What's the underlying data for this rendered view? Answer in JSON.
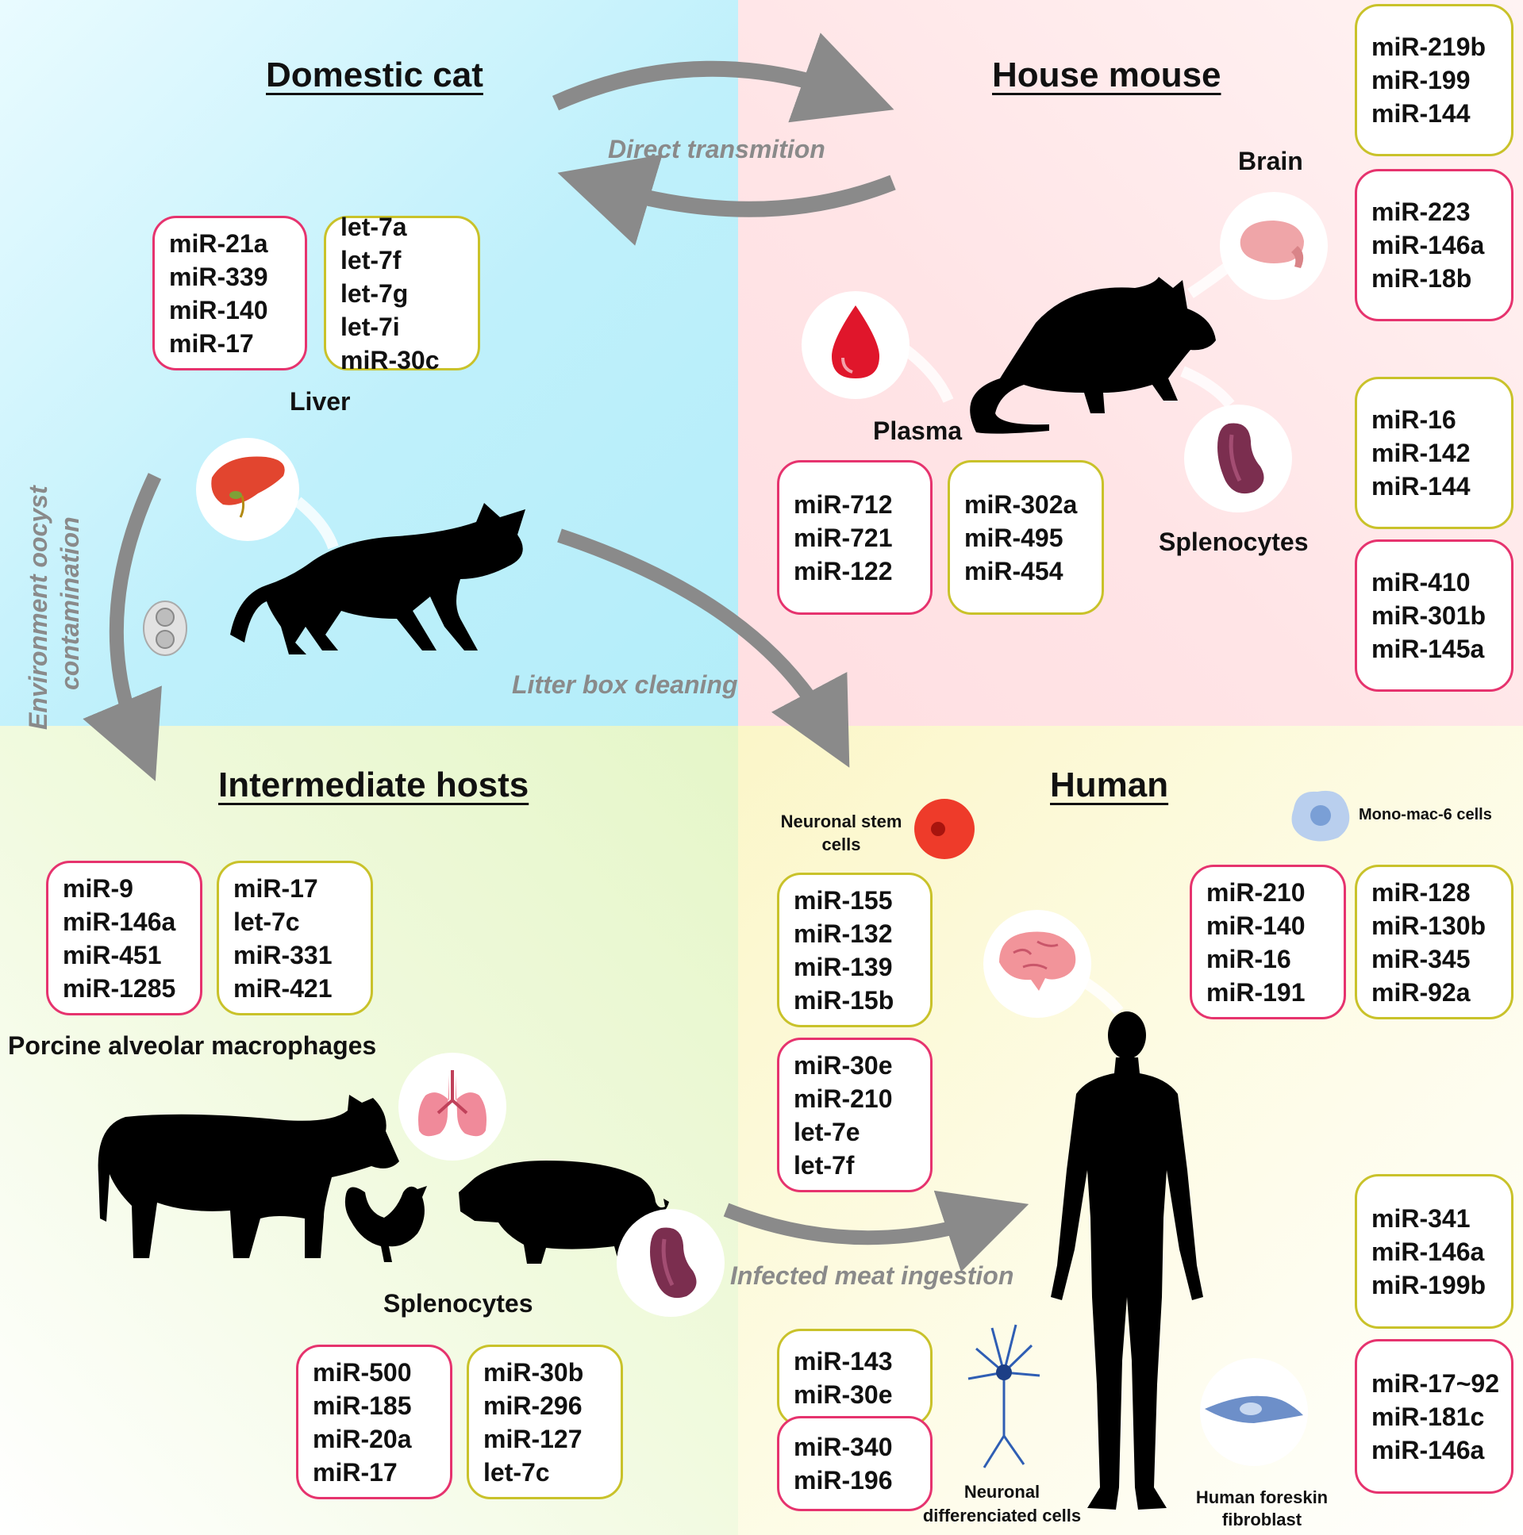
{
  "colors": {
    "red_border": "#e6336e",
    "yellow_border": "#c9c22a",
    "arrow": "#8a8a8a"
  },
  "titles": {
    "cat": "Domestic cat",
    "mouse": "House mouse",
    "inter": "Intermediate hosts",
    "human": "Human"
  },
  "routes": {
    "direct": "Direct transmition",
    "env_line1": "Environment oocyst",
    "env_line2": "contamination",
    "litter": "Litter box cleaning",
    "meat": "Infected meat ingestion"
  },
  "labels": {
    "liver": "Liver",
    "brain": "Brain",
    "plasma": "Plasma",
    "mouse_spleen": "Splenocytes",
    "porcine": "Porcine alveolar macrophages",
    "inter_spleen": "Splenocytes",
    "nsc_line1": "Neuronal stem",
    "nsc_line2": "cells",
    "monomac": "Mono-mac-6 cells",
    "ndc_line1": "Neuronal",
    "ndc_line2": "differenciated cells",
    "hff_line1": "Human foreskin",
    "hff_line2": "fibroblast"
  },
  "boxes": {
    "cat_liver_red": [
      "miR-21a",
      "miR-339",
      "miR-140",
      "miR-17"
    ],
    "cat_liver_yellow": [
      "let-7a",
      "let-7f",
      "let-7g",
      "let-7i",
      "miR-30c"
    ],
    "mouse_brain_yellow": [
      "miR-219b",
      "miR-199",
      "miR-144"
    ],
    "mouse_brain_red": [
      "miR-223",
      "miR-146a",
      "miR-18b"
    ],
    "mouse_plasma_red": [
      "miR-712",
      "miR-721",
      "miR-122"
    ],
    "mouse_plasma_yellow": [
      "miR-302a",
      "miR-495",
      "miR-454"
    ],
    "mouse_spleen_yellow": [
      "miR-16",
      "miR-142",
      "miR-144"
    ],
    "mouse_spleen_red": [
      "miR-410",
      "miR-301b",
      "miR-145a"
    ],
    "inter_pam_red": [
      "miR-9",
      "miR-146a",
      "miR-451",
      "miR-1285"
    ],
    "inter_pam_yellow": [
      "miR-17",
      "let-7c",
      "miR-331",
      "miR-421"
    ],
    "inter_spleen_red": [
      "miR-500",
      "miR-185",
      "miR-20a",
      "miR-17"
    ],
    "inter_spleen_yellow": [
      "miR-30b",
      "miR-296",
      "miR-127",
      "let-7c"
    ],
    "human_nsc_yellow": [
      "miR-155",
      "miR-132",
      "miR-139",
      "miR-15b"
    ],
    "human_nsc_red": [
      "miR-30e",
      "miR-210",
      "let-7e",
      "let-7f"
    ],
    "human_mm_red": [
      "miR-210",
      "miR-140",
      "miR-16",
      "miR-191"
    ],
    "human_mm_yellow": [
      "miR-128",
      "miR-130b",
      "miR-345",
      "miR-92a"
    ],
    "human_ndc_yellow": [
      "miR-143",
      "miR-30e"
    ],
    "human_ndc_red": [
      "miR-340",
      "miR-196"
    ],
    "human_hff_yellow": [
      "miR-341",
      "miR-146a",
      "miR-199b"
    ],
    "human_hff_red": [
      "miR-17~92",
      "miR-181c",
      "miR-146a"
    ]
  }
}
